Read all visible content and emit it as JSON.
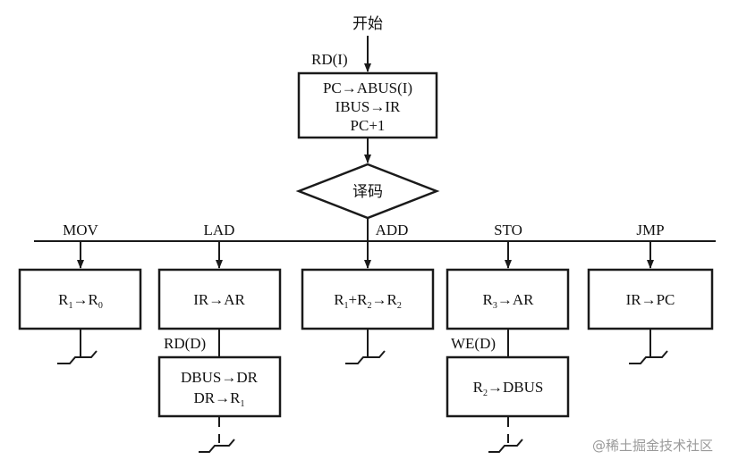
{
  "start": "开始",
  "fetch": {
    "label": "RD(I)",
    "lines": [
      "PC→ABUS(I)",
      "IBUS→IR",
      "PC+1"
    ]
  },
  "decode": "译码",
  "branches": [
    {
      "op": "MOV"
    },
    {
      "op": "LAD",
      "step_label": "RD(D)",
      "step2": [
        "DBUS→DR"
      ]
    },
    {
      "op": "ADD"
    },
    {
      "op": "STO",
      "step_label": "WE(D)"
    },
    {
      "op": "JMP",
      "box": "IR→PC"
    }
  ],
  "math": {
    "r": "R",
    "arrow": "→",
    "plus": "+",
    "ar": "AR",
    "ir": "IR",
    "dbus": "DBUS",
    "sub0": "0",
    "sub1": "1",
    "sub2": "2",
    "sub3": "3"
  },
  "watermark": "@稀土掘金技术社区"
}
